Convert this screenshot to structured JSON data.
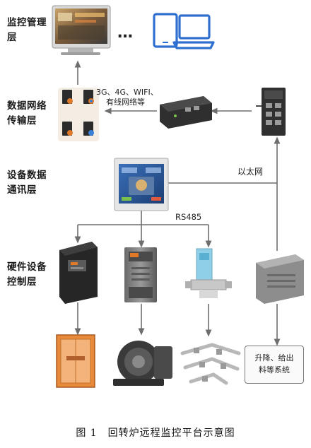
{
  "layers": {
    "monitoring": [
      "监控管理",
      "层"
    ],
    "network": [
      "数据网络",
      "传输层"
    ],
    "device_comm": [
      "设备数据",
      "通讯层"
    ],
    "hardware": [
      "硬件设备",
      "控制层"
    ]
  },
  "labels": {
    "network_types_line1": "3G、4G、WIFI、",
    "network_types_line2": "有线网络等",
    "ethernet": "以太网",
    "rs485": "RS485",
    "ellipsis": "…",
    "lift_system_line1": "升降、给出",
    "lift_system_line2": "料等系统"
  },
  "caption": "图 1　回转炉远程监控平台示意图",
  "colors": {
    "arrow": "#6e6e6e",
    "device_dark": "#2c2c2c",
    "device_gray": "#8d8d8d",
    "laptop_blue": "#2f6fd0",
    "orange": "#e07a28"
  }
}
